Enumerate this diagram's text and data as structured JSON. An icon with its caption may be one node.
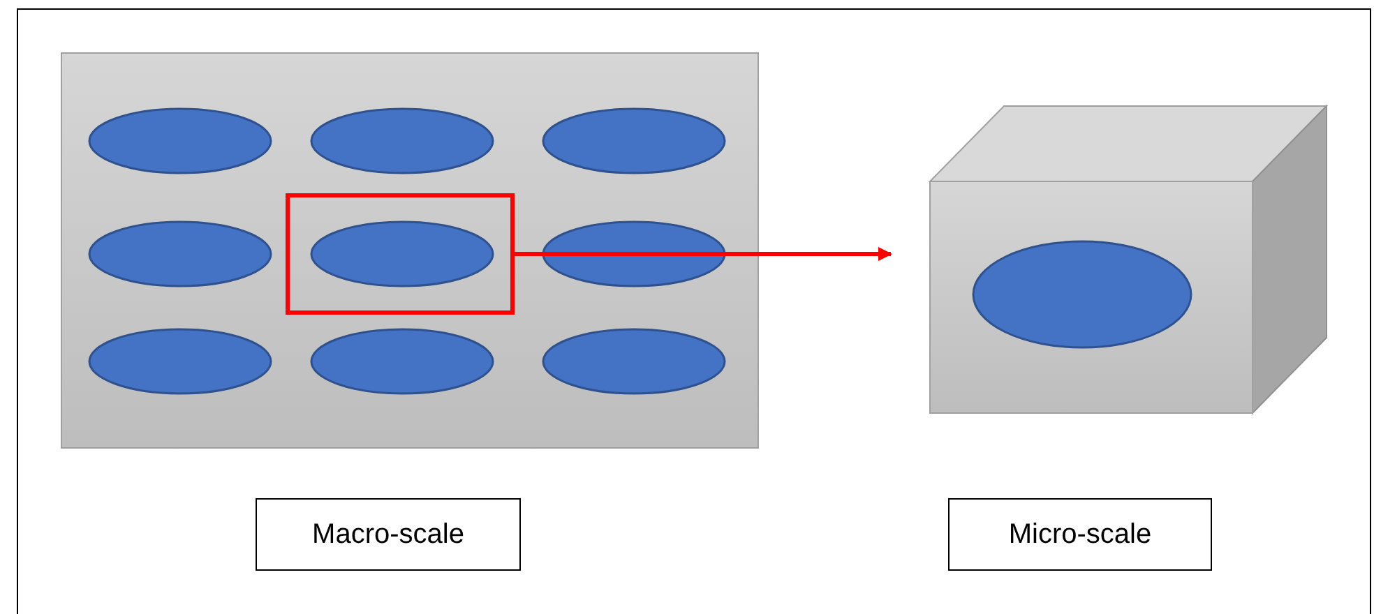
{
  "diagram": {
    "nodes": [
      {
        "text": [
          "Macro-scale"
        ]
      },
      {
        "text": [
          "Micro-scale"
        ]
      },
      {
        "text": [],
        "shape": "box"
      },
      {
        "text": [],
        "shape": "cube"
      }
    ],
    "edges": [
      {
        "from": 2,
        "to": 3,
        "arrow": "to",
        "color": "#ff0000"
      }
    ]
  }
}
